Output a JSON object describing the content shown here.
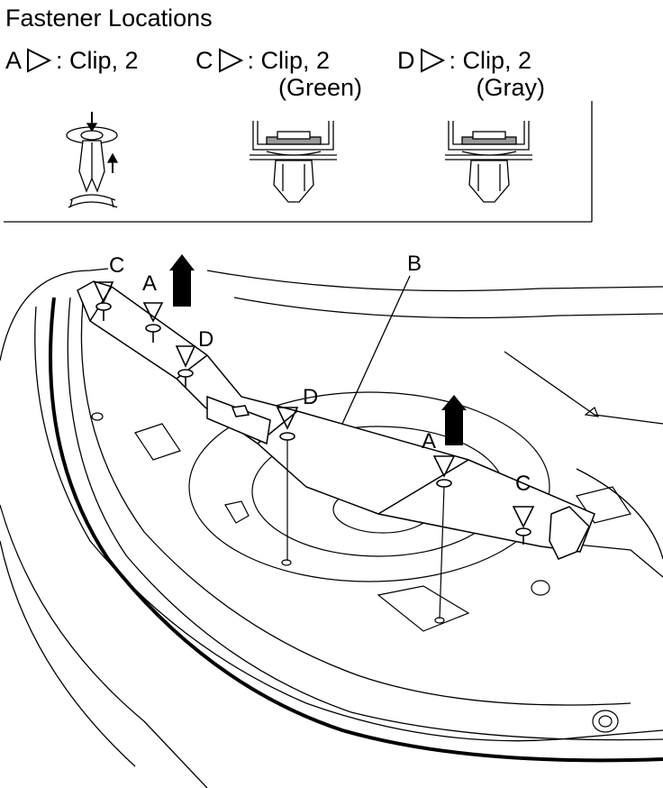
{
  "title": "Fastener Locations",
  "legend": [
    {
      "letter": "A",
      "text": ": Clip, 2",
      "sub": ""
    },
    {
      "letter": "C",
      "text": ": Clip, 2",
      "sub": "(Green)"
    },
    {
      "letter": "D",
      "text": ": Clip, 2",
      "sub": "(Gray)"
    }
  ],
  "callouts": {
    "a_left": "A",
    "c_left": "C",
    "d_left": "D",
    "d_center": "D",
    "a_right": "A",
    "c_right": "C",
    "b": "B"
  }
}
